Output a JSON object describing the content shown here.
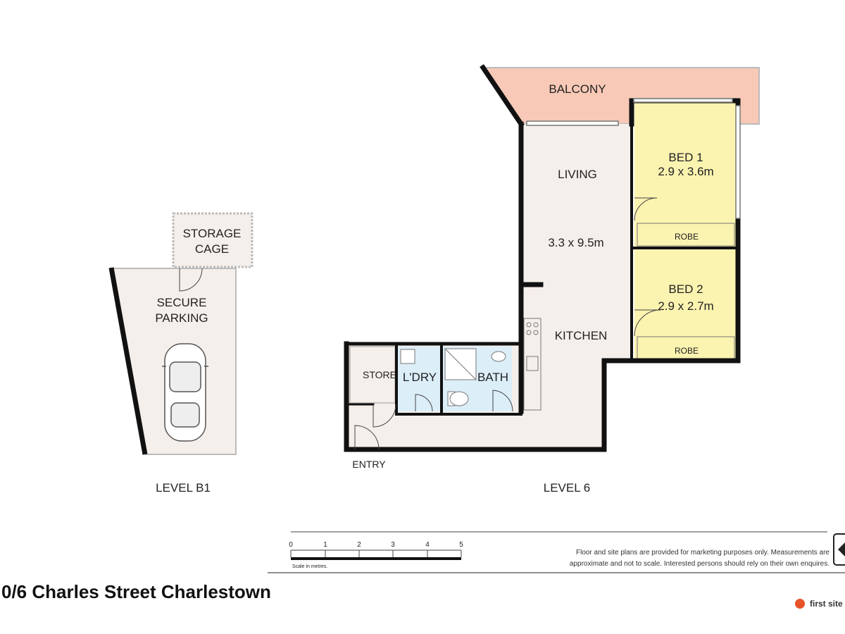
{
  "plan": {
    "level_b1": {
      "label": "LEVEL B1",
      "storage": [
        "STORAGE",
        "CAGE"
      ],
      "parking": [
        "SECURE",
        "PARKING"
      ]
    },
    "level_6": {
      "label": "LEVEL 6",
      "balcony": "BALCONY",
      "living": "LIVING",
      "living_dims": "3.3 x 9.5m",
      "kitchen": "KITCHEN",
      "bed1": "BED 1",
      "bed1_dims": "2.9 x 3.6m",
      "bed2": "BED 2",
      "bed2_dims": "2.9 x 2.7m",
      "robe1": "ROBE",
      "robe2": "ROBE",
      "store": "STORE",
      "laundry": "L'DRY",
      "bath": "BATH",
      "entry": "ENTRY"
    }
  },
  "scale": {
    "ticks": [
      "0",
      "1",
      "2",
      "3",
      "4",
      "5"
    ],
    "label": "Scale in metres."
  },
  "disclaimer": [
    "Floor and site plans are provided for marketing purposes only. Measurements are",
    "approximate and not to scale. Interested persons should rely on their own enquires."
  ],
  "address": "0/6 Charles Street Charlestown",
  "brand": "first site i",
  "colors": {
    "wall": "#111111",
    "floor": "#f5efeb",
    "balcony": "#f7c9b6",
    "bedroom": "#fbf3b0",
    "wet_area": "#dceef8",
    "brand_dot": "#e8532a"
  }
}
